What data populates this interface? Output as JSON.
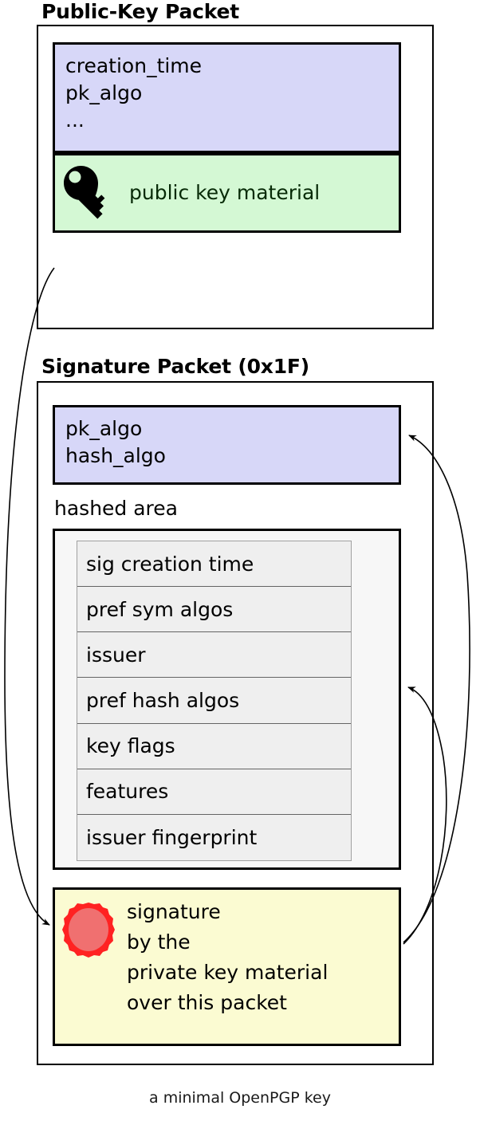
{
  "caption": "a minimal OpenPGP key",
  "colors": {
    "header_field": "#d7d7f8",
    "key_material": "#d4f8d4",
    "hashed_area": "#f7f7f7",
    "subpacket_row": "#efefef",
    "signature": "#fbfbd2",
    "seal_ring": "#ff2222",
    "seal_fill": "#f07070",
    "outline": "#000000"
  },
  "public_key_packet": {
    "title": "Public-Key Packet",
    "header_field": {
      "lines": "creation_time\npk_algo\n..."
    },
    "key_material": {
      "icon": "key-icon",
      "label": "public key material"
    }
  },
  "signature_packet": {
    "title": "Signature Packet (0x1F)",
    "header_field": {
      "lines": "pk_algo\nhash_algo"
    },
    "hashed_area": {
      "label": "hashed area",
      "subpackets": [
        "sig creation time",
        "pref sym algos",
        "issuer",
        "pref hash algos",
        "key flags",
        "features",
        "issuer fingerprint"
      ]
    },
    "signature_field": {
      "icon": "wax-seal-icon",
      "text": "signature\nby the\nprivate key material\nover this packet"
    }
  },
  "connectors": [
    {
      "name": "public-key-to-signature",
      "from": "public-key-packet",
      "to": "signature-field"
    },
    {
      "name": "signature-to-sig-header",
      "from": "signature-field",
      "to": "signature-header-field"
    },
    {
      "name": "signature-to-hashed-area",
      "from": "signature-field",
      "to": "hashed-area"
    }
  ]
}
